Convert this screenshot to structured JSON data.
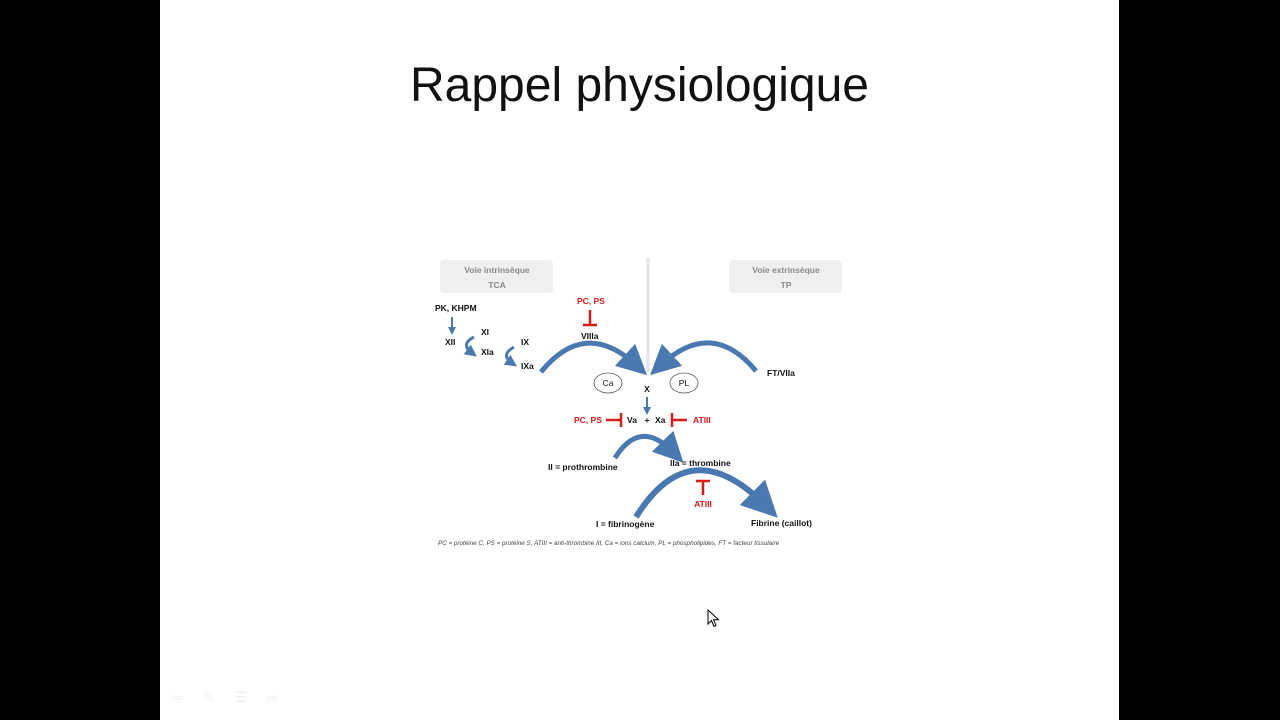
{
  "slide": {
    "title": "Rappel physiologique"
  },
  "diagram": {
    "intrinsic_title": "Voie intrinsèque",
    "intrinsic_test": "TCA",
    "extrinsic_title": "Voie extrinsèque",
    "extrinsic_test": "TP",
    "pk_khpm": "PK, KHPM",
    "xii": "XII",
    "xi": "XI",
    "xia": "XIa",
    "ix": "IX",
    "ixa": "IXa",
    "pc_ps_top": "PC, PS",
    "viiia": "VIIIa",
    "ft_viia": "FT/VIIa",
    "ca": "Ca",
    "pl": "PL",
    "x": "X",
    "pc_ps_mid": "PC, PS",
    "va": "Va",
    "plus": "+",
    "xa": "Xa",
    "atiii_mid": "ATIII",
    "prothrombine": "II = prothrombine",
    "thrombine": "IIa = thrombine",
    "atiii_bottom": "ATIII",
    "fibrinogene": "I = fibrinogène",
    "fibrine": "Fibrine (caillot)",
    "legend": "PC = protéine C, PS = protéine S, ATIII = anti-thrombine III, Ca = ions calcium, PL = phospholipides, FT = facteur tissulaire",
    "colors": {
      "arrow": "#4a78b0",
      "inhibitor": "#d81b1b",
      "box": "#efefef"
    }
  },
  "toolbar": {
    "icons": [
      "previous-icon",
      "pen-icon",
      "menu-icon",
      "next-icon"
    ]
  }
}
